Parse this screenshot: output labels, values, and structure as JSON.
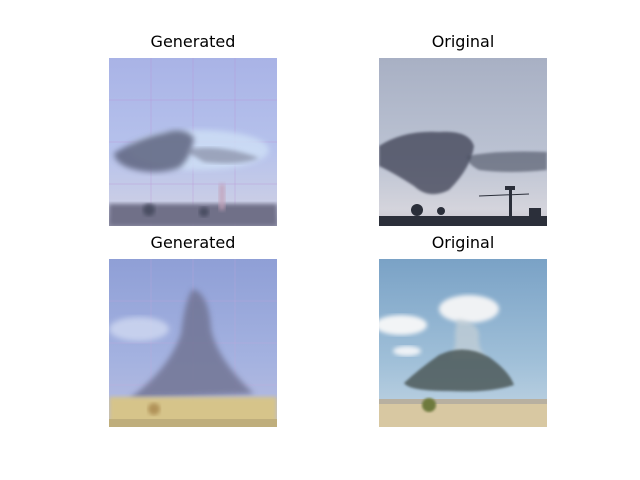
{
  "figure": {
    "panels": [
      {
        "title": "Generated"
      },
      {
        "title": "Original"
      },
      {
        "title": "Generated"
      },
      {
        "title": "Original"
      }
    ]
  }
}
